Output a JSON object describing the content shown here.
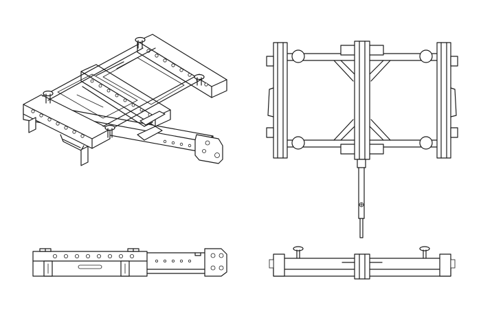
{
  "drawing": {
    "colors": {
      "background": "#ffffff",
      "line": "#1a1a1a"
    },
    "views": [
      {
        "id": "isometric-view"
      },
      {
        "id": "top-view"
      },
      {
        "id": "side-view"
      },
      {
        "id": "front-view"
      }
    ]
  }
}
